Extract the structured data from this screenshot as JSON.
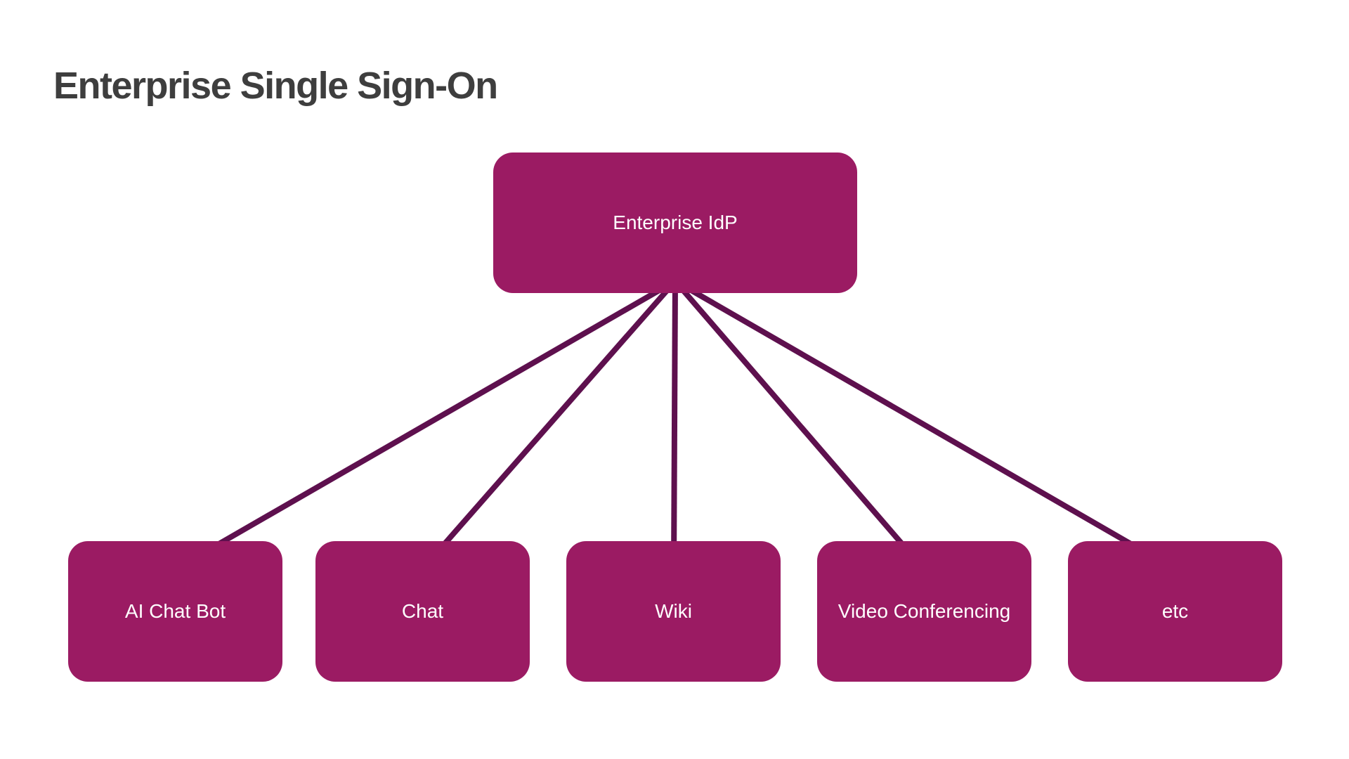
{
  "title": "Enterprise Single Sign-On",
  "diagram": {
    "root": {
      "id": "enterprise-idp",
      "label": "Enterprise IdP"
    },
    "children": [
      {
        "id": "ai-chat-bot",
        "label": "AI Chat Bot"
      },
      {
        "id": "chat",
        "label": "Chat"
      },
      {
        "id": "wiki",
        "label": "Wiki"
      },
      {
        "id": "video-conferencing",
        "label": "Video Conferencing"
      },
      {
        "id": "etc",
        "label": "etc"
      }
    ],
    "connections": [
      {
        "from": "enterprise-idp",
        "to": "ai-chat-bot"
      },
      {
        "from": "enterprise-idp",
        "to": "chat"
      },
      {
        "from": "enterprise-idp",
        "to": "wiki"
      },
      {
        "from": "enterprise-idp",
        "to": "video-conferencing"
      },
      {
        "from": "enterprise-idp",
        "to": "etc"
      }
    ],
    "colors": {
      "background": "#FFFFFF",
      "node_fill": "#9B1B63",
      "node_text": "#FFFFFF",
      "connector": "#5E104E",
      "title": "#3E3E3E"
    }
  }
}
